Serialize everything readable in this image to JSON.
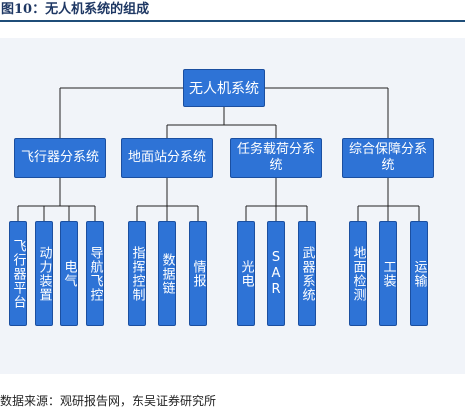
{
  "figure": {
    "title": "图10：无人机系统的组成",
    "source": "数据来源：观研报告网，东吴证券研究所"
  },
  "colors": {
    "box_fill": "#2e73d6",
    "line": "#222222",
    "panel": "#f1f4f9",
    "title_rule": "#1f4e79"
  },
  "tree": {
    "root": "无人机系统",
    "subsystems": [
      {
        "label": "飞行器分系统",
        "children": [
          "飞行器平台",
          "动力装置",
          "电气",
          "导航飞控"
        ]
      },
      {
        "label": "地面站分系统",
        "children": [
          "指挥控制",
          "数据链",
          "情报"
        ]
      },
      {
        "label": "任务载荷分系统",
        "children": [
          "光电",
          "SAR",
          "武器系统"
        ]
      },
      {
        "label": "综合保障分系统",
        "children": [
          "地面检测",
          "工装",
          "运输"
        ]
      }
    ]
  }
}
